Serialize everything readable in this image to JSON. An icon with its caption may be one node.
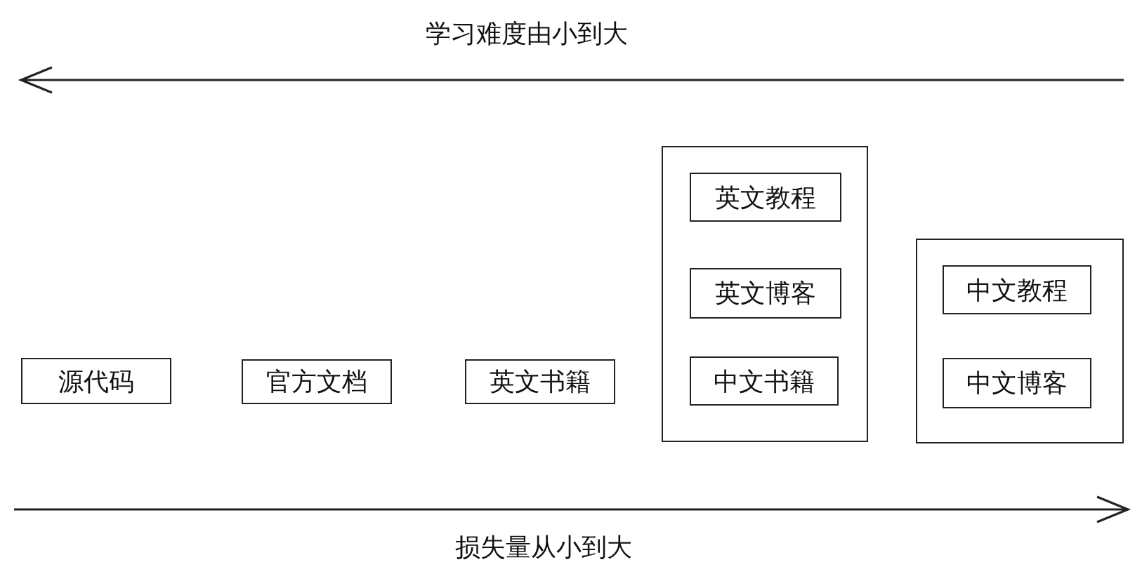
{
  "diagram": {
    "nodes": [
      {
        "text": [
          "源代码"
        ]
      },
      {
        "text": [
          "官方文档"
        ]
      },
      {
        "text": [
          "英文书籍"
        ]
      },
      {
        "text": [],
        "shape": "box"
      },
      {
        "text": [
          "英文教程"
        ],
        "in": 3
      },
      {
        "text": [
          "英文博客"
        ],
        "in": 3
      },
      {
        "text": [
          "中文书籍"
        ],
        "in": 3
      },
      {
        "text": [],
        "shape": "box"
      },
      {
        "text": [
          "中文教程"
        ],
        "in": 7
      },
      {
        "text": [
          "中文博客"
        ],
        "in": 7
      }
    ],
    "labels": [
      "学习难度由小到大",
      "损失量从小到大"
    ]
  }
}
